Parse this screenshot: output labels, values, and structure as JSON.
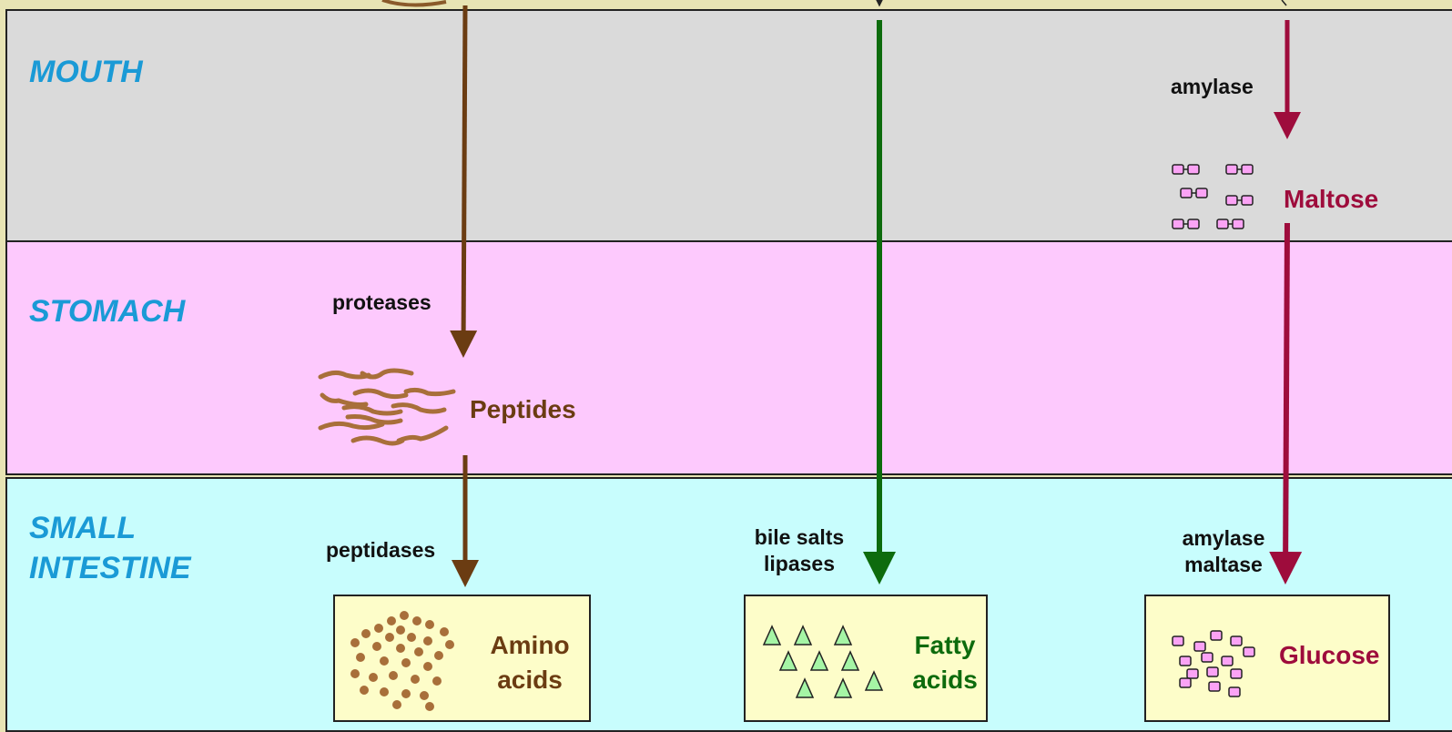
{
  "regions": {
    "mouth": "MOUTH",
    "stomach": "STOMACH",
    "small_intestine_line1": "SMALL",
    "small_intestine_line2": "INTESTINE"
  },
  "enzymes": {
    "mouth_carb": "amylase",
    "stomach_protein": "proteases",
    "intestine_protein": "peptidases",
    "intestine_fat_line1": "bile salts",
    "intestine_fat_line2": "lipases",
    "intestine_carb_line1": "amylase",
    "intestine_carb_line2": "maltase"
  },
  "products": {
    "maltose": "Maltose",
    "peptides": "Peptides",
    "amino_acids_line1": "Amino",
    "amino_acids_line2": "acids",
    "fatty_acids_line1": "Fatty",
    "fatty_acids_line2": "acids",
    "glucose": "Glucose"
  },
  "colors": {
    "protein": "#6b3c12",
    "fat": "#0d6b0d",
    "carbohydrate": "#9e0c3c",
    "region_label": "#1a9ad6",
    "peptide_fill": "#a86f3a",
    "sugar_fill": "#fba3f5",
    "fat_fill": "#a5f5a5"
  }
}
